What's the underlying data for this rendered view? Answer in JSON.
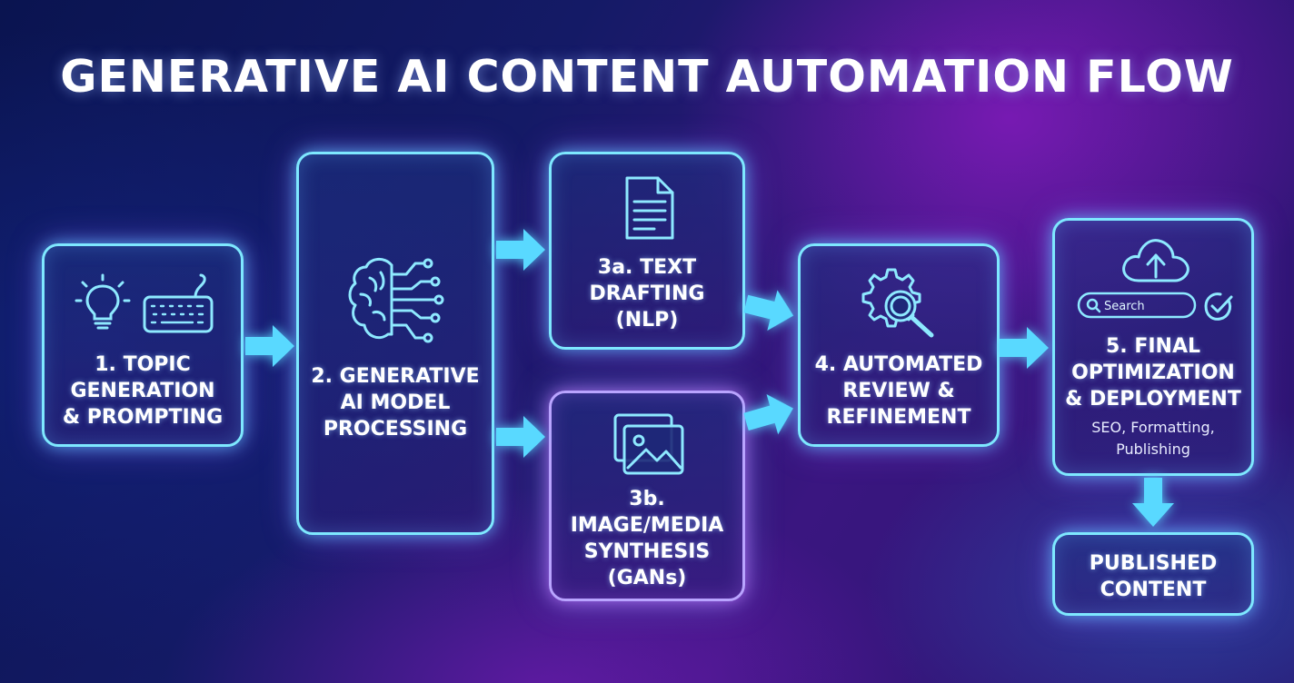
{
  "title": "GENERATIVE AI CONTENT AUTOMATION FLOW",
  "colors": {
    "cyan": "#7ee8ff",
    "violet": "#b9a4ff",
    "arrow": "#59d9ff"
  },
  "steps": {
    "topic": {
      "lines": [
        "1. TOPIC",
        "GENERATION",
        "& PROMPTING"
      ],
      "icons": [
        "lightbulb-icon",
        "keyboard-icon"
      ]
    },
    "model": {
      "lines": [
        "2. GENERATIVE",
        "AI MODEL",
        "PROCESSING"
      ],
      "icons": [
        "brain-circuit-icon"
      ]
    },
    "text": {
      "lines": [
        "3a. TEXT",
        "DRAFTING",
        "(NLP)"
      ],
      "icons": [
        "document-icon"
      ]
    },
    "image": {
      "lines": [
        "3b.",
        "IMAGE/MEDIA",
        "SYNTHESIS",
        "(GANs)"
      ],
      "icons": [
        "image-gallery-icon"
      ]
    },
    "review": {
      "lines": [
        "4. AUTOMATED",
        "REVIEW &",
        "REFINEMENT"
      ],
      "icons": [
        "gear-magnifier-icon"
      ]
    },
    "deploy": {
      "lines": [
        "5. FINAL",
        "OPTIMIZATION",
        "& DEPLOYMENT"
      ],
      "sub_lines": [
        "SEO, Formatting,",
        "Publishing"
      ],
      "search_label": "Search",
      "icons": [
        "cloud-upload-icon",
        "search-icon",
        "check-circle-icon"
      ]
    },
    "published": {
      "lines": [
        "PUBLISHED",
        "CONTENT"
      ]
    }
  }
}
